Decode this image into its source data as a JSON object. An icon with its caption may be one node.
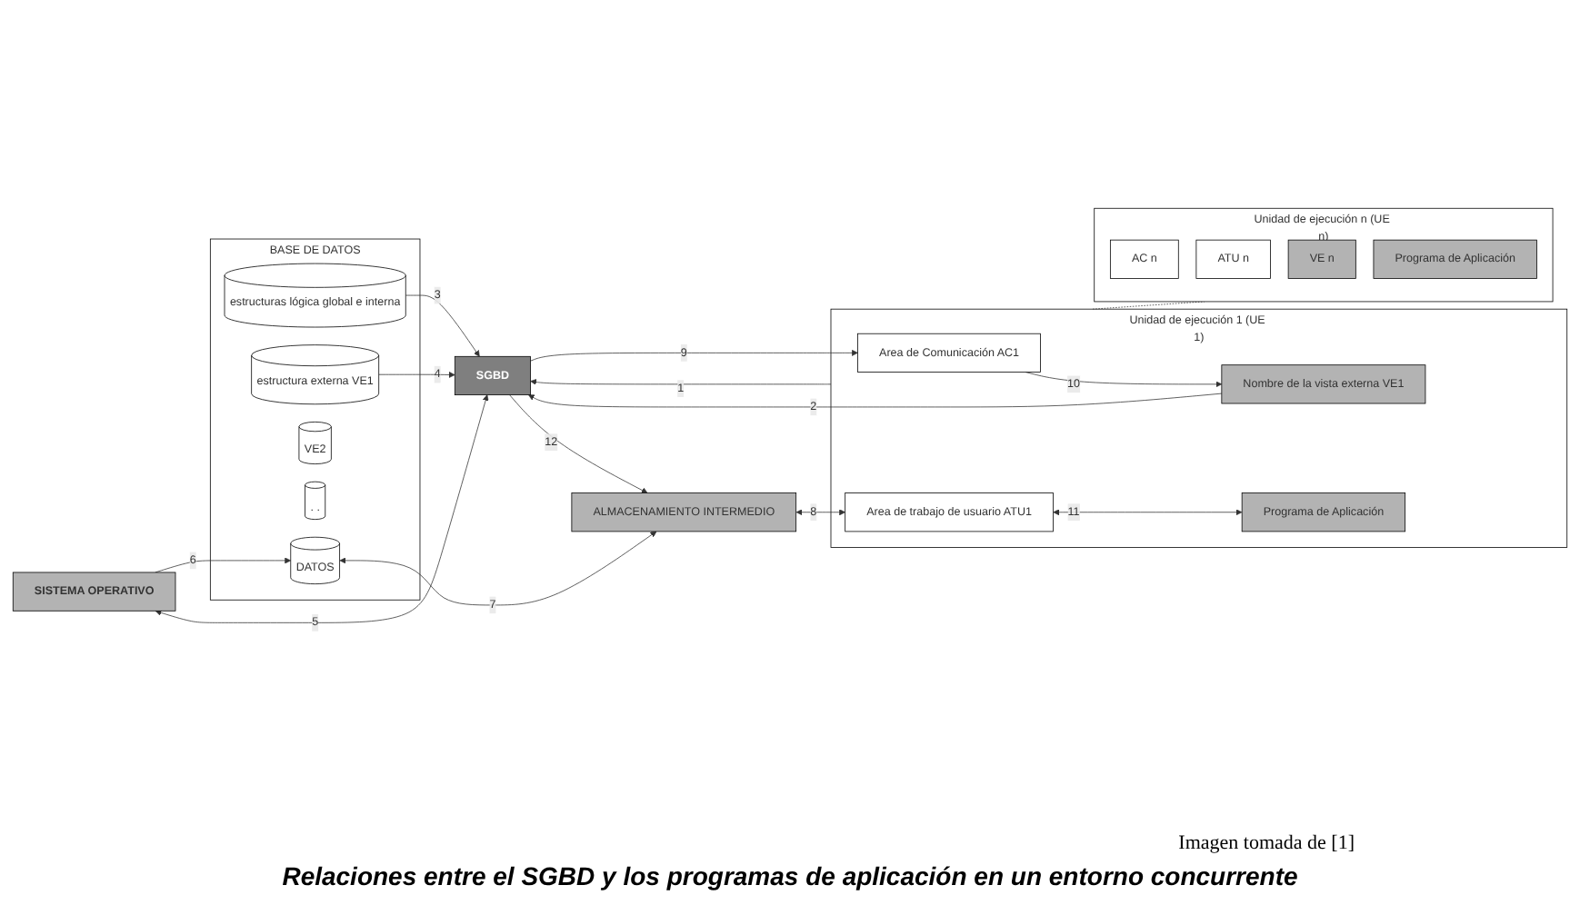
{
  "diagram": {
    "caption": "Relaciones entre el SGBD y los programas de aplicación en un entorno concurrente",
    "nodes": [
      {
        "text": [
          "BASE DE DATOS"
        ]
      },
      {
        "text": [
          "estructuras lógica global e interna"
        ],
        "in": 0
      },
      {
        "text": [
          "estructura externa VE1"
        ],
        "in": 0
      },
      {
        "text": [
          "VE2"
        ],
        "in": 0
      },
      {
        "text": [
          ". ."
        ],
        "in": 0
      },
      {
        "text": [
          "DATOS"
        ],
        "in": 0
      },
      {
        "text": [
          "SGBD"
        ]
      },
      {
        "text": [
          "SISTEMA OPERATIVO"
        ]
      },
      {
        "text": [
          "Unidad de ejecución 1 (UE 1)"
        ]
      },
      {
        "text": [
          "Area de Comunicación AC1"
        ],
        "in": 8
      },
      {
        "text": [
          "Area de trabajo de usuario ATU1"
        ],
        "in": 8
      },
      {
        "text": [
          "Nombre de la vista externa VE1"
        ],
        "in": 8
      },
      {
        "text": [
          "Programa de Aplicación"
        ],
        "in": 8
      },
      {
        "text": [
          "ALMACENAMIENTO INTERMEDIO"
        ]
      },
      {
        "text": [
          "Unidad de ejecución n (UE n)"
        ]
      },
      {
        "text": [
          "AC n"
        ],
        "in": 14
      },
      {
        "text": [
          "ATU n"
        ],
        "in": 14
      },
      {
        "text": [
          "VE n"
        ],
        "in": 14
      },
      {
        "text": [
          "Programa de Aplicación"
        ],
        "in": 14
      }
    ],
    "edges": [
      {
        "from": 1,
        "to": 6,
        "arrow": "to",
        "label": "3"
      },
      {
        "from": 2,
        "to": 6,
        "arrow": "to",
        "label": "4"
      },
      {
        "from": 7,
        "to": 6,
        "arrow": "both",
        "label": "5"
      },
      {
        "from": 6,
        "to": 9,
        "arrow": "to",
        "label": "9"
      },
      {
        "from": 8,
        "to": 6,
        "arrow": "to",
        "label": "1"
      },
      {
        "from": 11,
        "to": 6,
        "arrow": "to",
        "label": "2"
      },
      {
        "from": 9,
        "to": 11,
        "arrow": "to",
        "label": "10"
      },
      {
        "from": 10,
        "to": 12,
        "arrow": "both",
        "label": "11"
      },
      {
        "from": 6,
        "to": 13,
        "arrow": "to",
        "label": "12"
      },
      {
        "from": 13,
        "to": 10,
        "arrow": "both",
        "label": "8"
      },
      {
        "from": 7,
        "to": 5,
        "arrow": "to",
        "label": "6"
      },
      {
        "from": 5,
        "to": 13,
        "arrow": "both",
        "label": "7"
      },
      {
        "from": 8,
        "to": 14,
        "arrow": "none",
        "style": "dashed"
      }
    ],
    "labels": [
      "Imagen tomada de [1]"
    ]
  }
}
